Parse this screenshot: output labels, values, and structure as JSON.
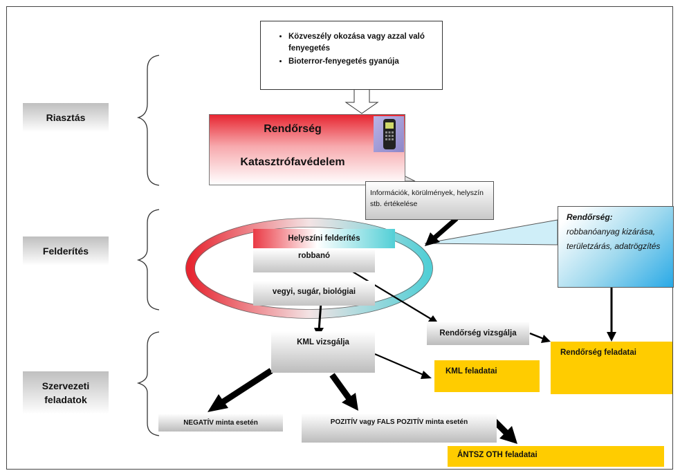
{
  "stages": {
    "alert": "Riasztás",
    "recon": "Felderítés",
    "tasks": "Szervezeti feladatok"
  },
  "alert_box": {
    "items": [
      "Közveszély okozása vagy azzal való fenyegetés",
      "Bioterror-fenyegetés gyanúja"
    ]
  },
  "responders": {
    "police": "Rendőrség",
    "disaster": "Katasztrófavédelem"
  },
  "info_callout": "Információk, körülmények, helyszín stb. értékelése",
  "police_callout": {
    "title": "Rendőrség:",
    "text": "robbanóanyag kizárása, területzárás, adatrögzítés"
  },
  "recon": {
    "site": "Helyszíni felderítés",
    "explosive": "robbanó",
    "cbr": "vegyi, sugár, biológiai"
  },
  "checks": {
    "police_check": "Rendőrség vizsgálja",
    "kml_check": "KML vizsgálja"
  },
  "tasks": {
    "police_tasks": "Rendőrség feladatai",
    "kml_tasks": "KML feladatai",
    "antsz_tasks": "ÁNTSZ OTH feladatai"
  },
  "samples": {
    "negative": "NEGATÍV minta esetén",
    "positive": "POZITÍV vagy FALS POZITÍV minta esetén"
  },
  "colors": {
    "red": "#e72631",
    "cyan": "#52cfd6",
    "blue": "#29a9e6",
    "yellow": "#ffcc00",
    "grey": "#bcbcbc"
  }
}
